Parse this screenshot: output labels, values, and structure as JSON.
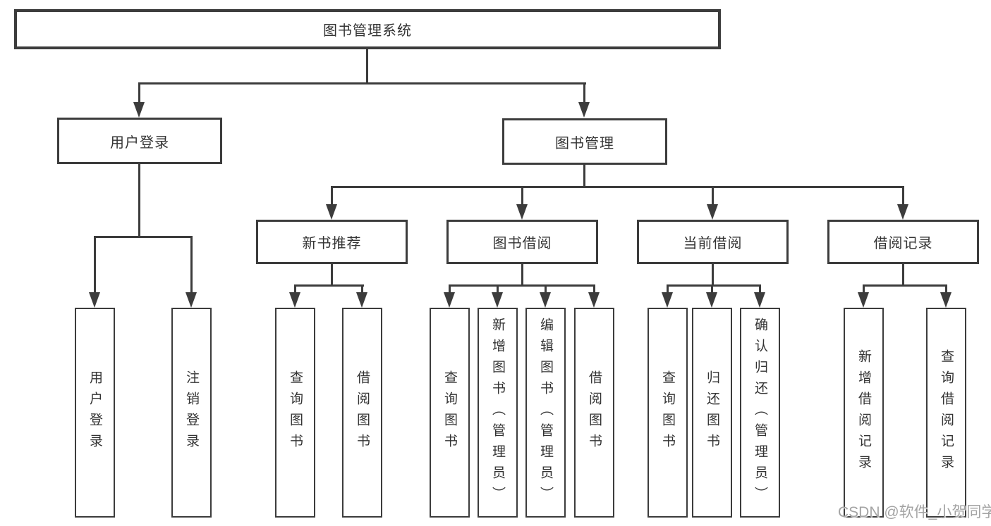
{
  "tree": {
    "label": "图书管理系统",
    "children": [
      {
        "label": "用户登录",
        "children": [
          {
            "label": "用户登录"
          },
          {
            "label": "注销登录"
          }
        ]
      },
      {
        "label": "图书管理",
        "children": [
          {
            "label": "新书推荐",
            "children": [
              {
                "label": "查询图书"
              },
              {
                "label": "借阅图书"
              }
            ]
          },
          {
            "label": "图书借阅",
            "children": [
              {
                "label": "查询图书"
              },
              {
                "label": "新增图书（管理员）"
              },
              {
                "label": "编辑图书（管理员）"
              },
              {
                "label": "借阅图书"
              }
            ]
          },
          {
            "label": "当前借阅",
            "children": [
              {
                "label": "查询图书"
              },
              {
                "label": "归还图书"
              },
              {
                "label": "确认归还（管理员）"
              }
            ]
          },
          {
            "label": "借阅记录",
            "children": [
              {
                "label": "新增借阅记录"
              },
              {
                "label": "查询借阅记录"
              }
            ]
          }
        ]
      }
    ]
  },
  "watermark": "CSDN @软件_小贺同学",
  "colors": {
    "line": "#3c3c3c",
    "text": "#333333",
    "background": "#ffffff",
    "watermark": "#a3a3a3"
  }
}
